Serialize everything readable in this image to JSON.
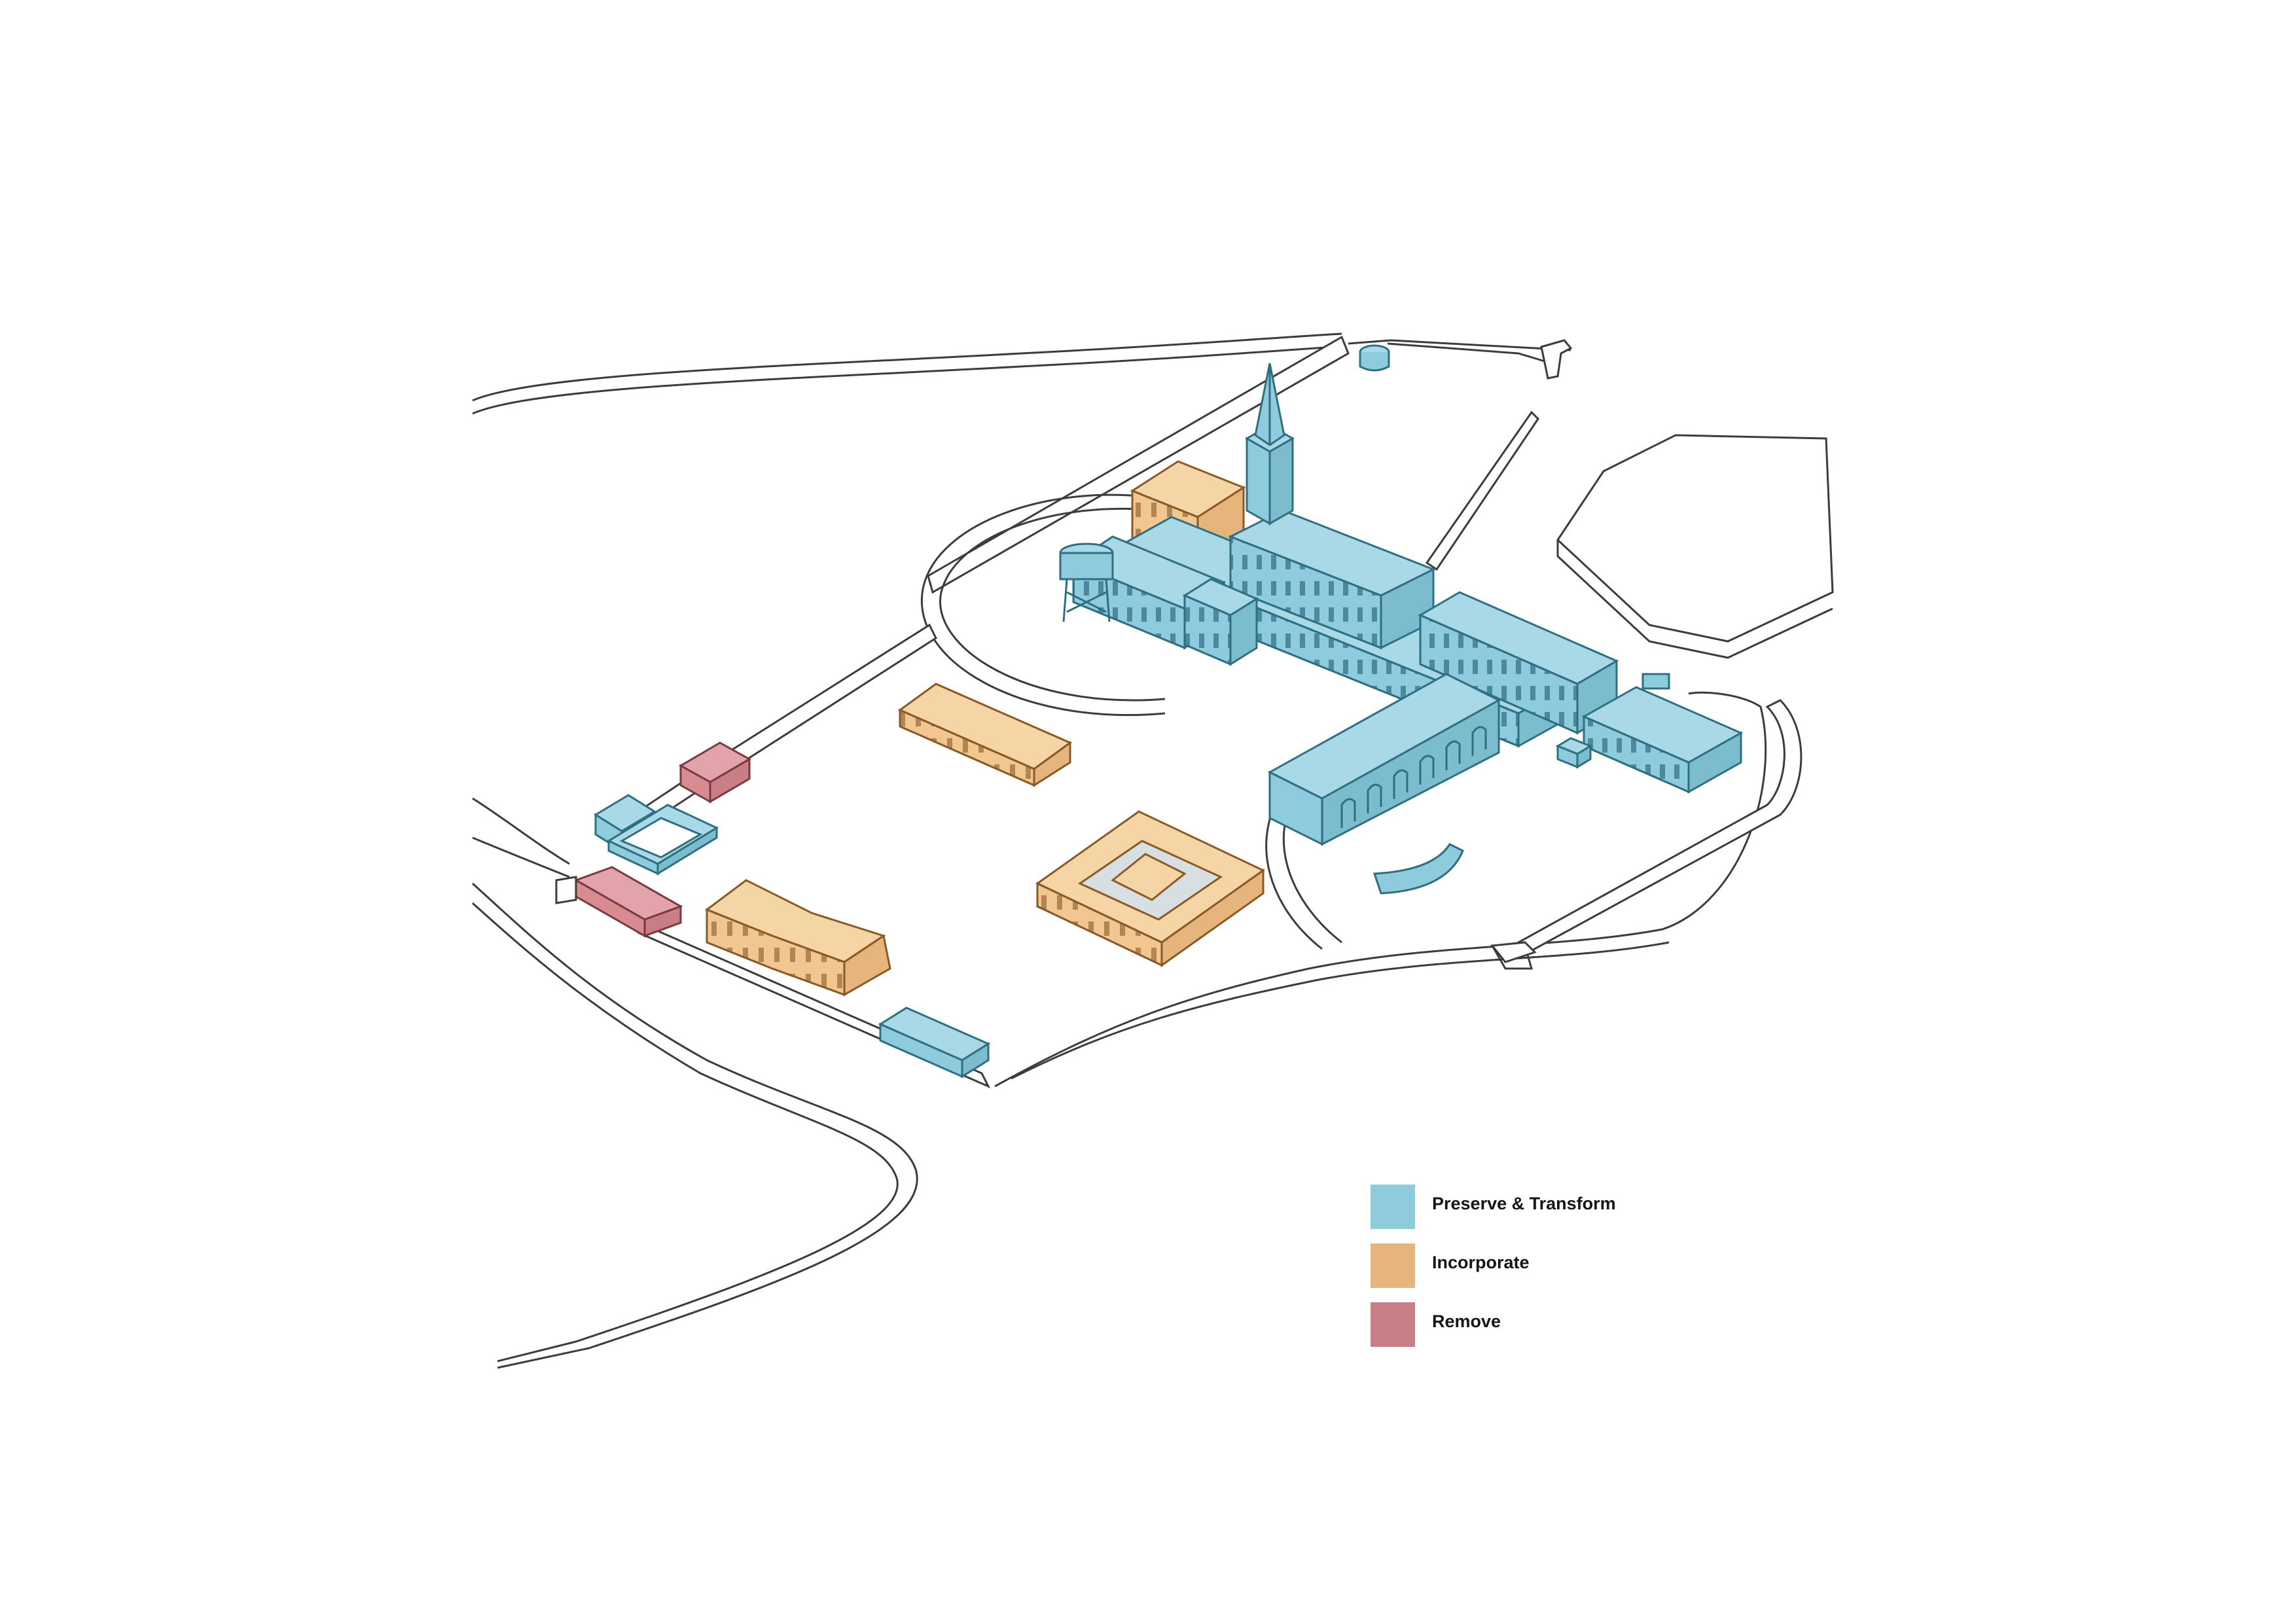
{
  "legend": {
    "items": [
      {
        "key": "preserve",
        "label": "Preserve & Transform",
        "color": "#8ecbdc"
      },
      {
        "key": "incorporate",
        "label": "Incorporate",
        "color": "#e6b57e"
      },
      {
        "key": "remove",
        "label": "Remove",
        "color": "#c87e84"
      }
    ]
  },
  "colors": {
    "preserve_fill": "#8ecbdc",
    "preserve_stroke": "#2f6f82",
    "incorporate_fill": "#f2c690",
    "incorporate_stroke": "#8a5a26",
    "remove_fill": "#d98b92",
    "remove_stroke": "#7a3a40",
    "line": "#3c3c3c",
    "background": "#ffffff"
  }
}
